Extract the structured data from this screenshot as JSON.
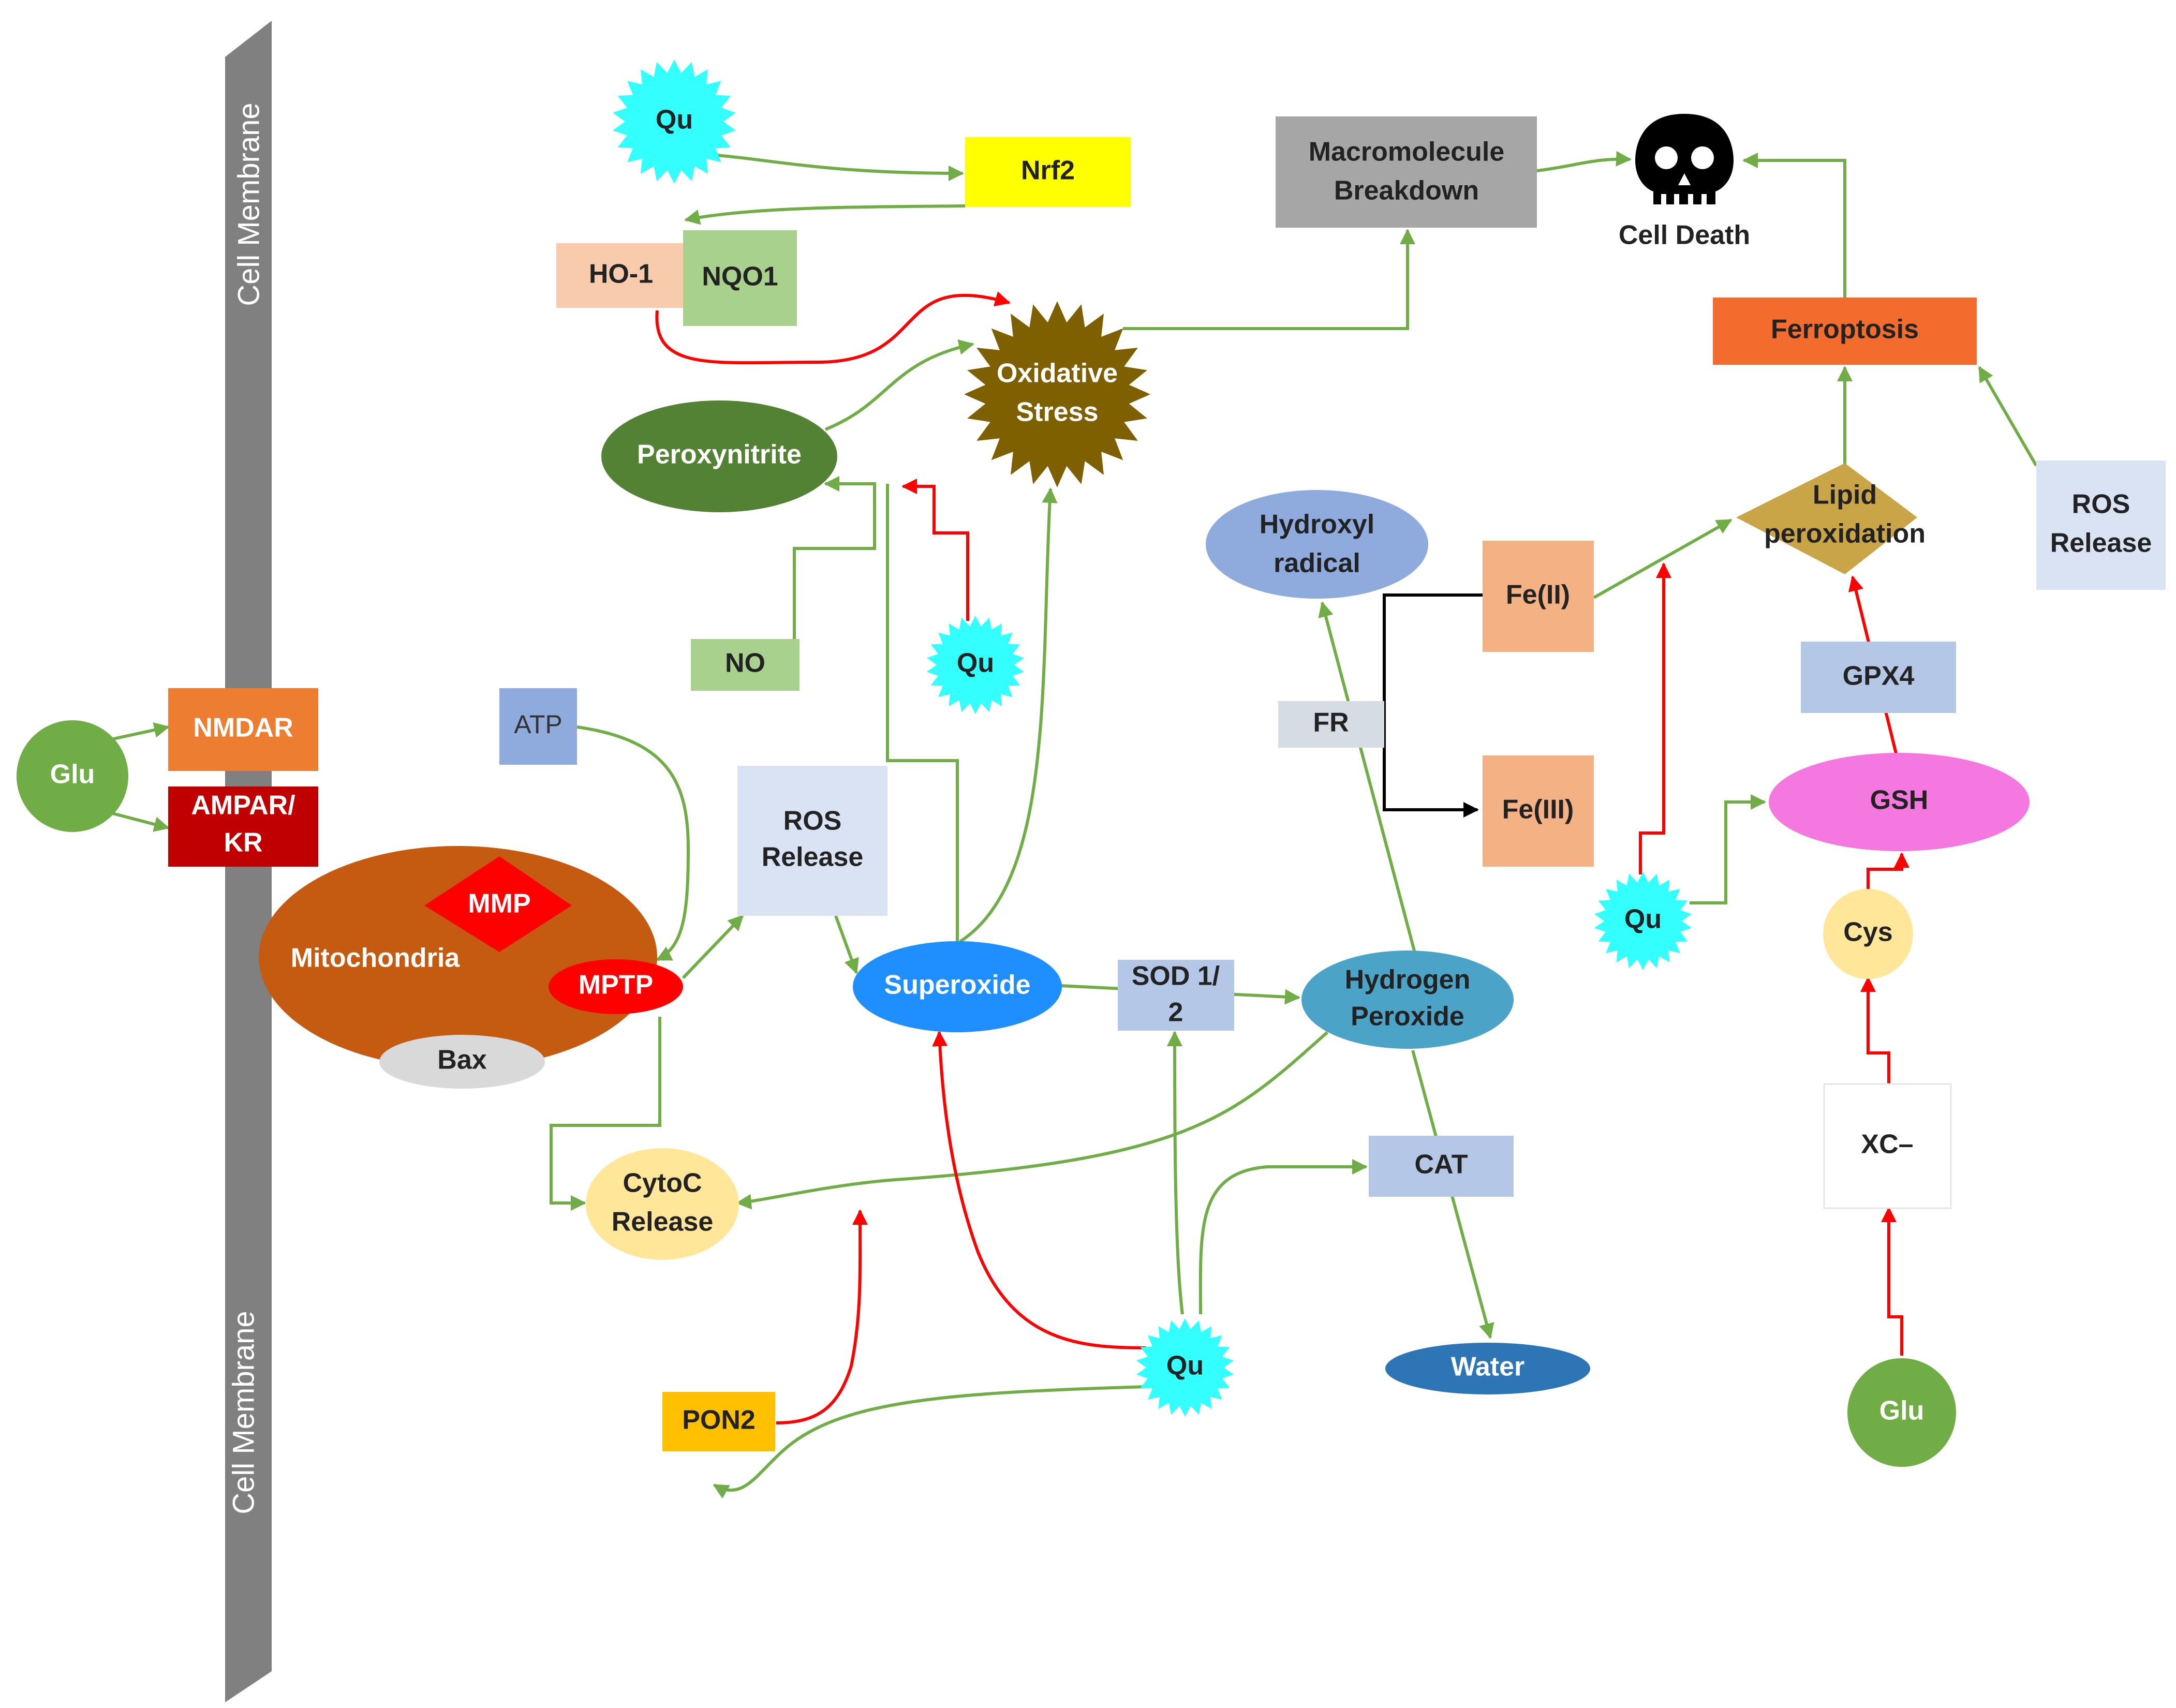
{
  "membrane": {
    "top_label": "Cell Membrane",
    "bottom_label": "Cell Membrane"
  },
  "nodes": {
    "qu_top": "Qu",
    "nrf2": "Nrf2",
    "ho1": "HO-1",
    "nqo1": "NQO1",
    "macro_line1": "Macromolecule",
    "macro_line2": "Breakdown",
    "cell_death": "Cell Death",
    "ferroptosis": "Ferroptosis",
    "oxidative_line1": "Oxidative",
    "oxidative_line2": "Stress",
    "peroxynitrite": "Peroxynitrite",
    "no": "NO",
    "qu_mid": "Qu",
    "hydroxyl_line1": "Hydroxyl",
    "hydroxyl_line2": "radical",
    "fe2": "Fe(II)",
    "fe3": "Fe(III)",
    "fr": "FR",
    "lipid_line1": "Lipid",
    "lipid_line2": "peroxidation",
    "ros_right_line1": "ROS",
    "ros_right_line2": "Release",
    "gpx4": "GPX4",
    "gsh": "GSH",
    "qu_right": "Qu",
    "cys": "Cys",
    "xc": "XC–",
    "glu_right": "Glu",
    "glu_left": "Glu",
    "nmdar": "NMDAR",
    "ampar_line1": "AMPAR/",
    "ampar_line2": "KR",
    "atp": "ATP",
    "mitochondria": "Mitochondria",
    "mmp": "MMP",
    "mptp": "MPTP",
    "bax": "Bax",
    "ros_mid_line1": "ROS",
    "ros_mid_line2": "Release",
    "superoxide": "Superoxide",
    "sod_line1": "SOD 1/",
    "sod_line2": "2",
    "hydrogen_line1": "Hydrogen",
    "hydrogen_line2": "Peroxide",
    "cytoc_line1": "CytoC",
    "cytoc_line2": "Release",
    "cat": "CAT",
    "water": "Water",
    "pon2": "PON2",
    "qu_bottom": "Qu"
  },
  "colors": {
    "activate_arrow": "#70ad47",
    "inhibit_arrow": "#ff0000",
    "iron_arrow": "#000000",
    "quercetin": "#33ffff",
    "membrane": "#808080"
  }
}
